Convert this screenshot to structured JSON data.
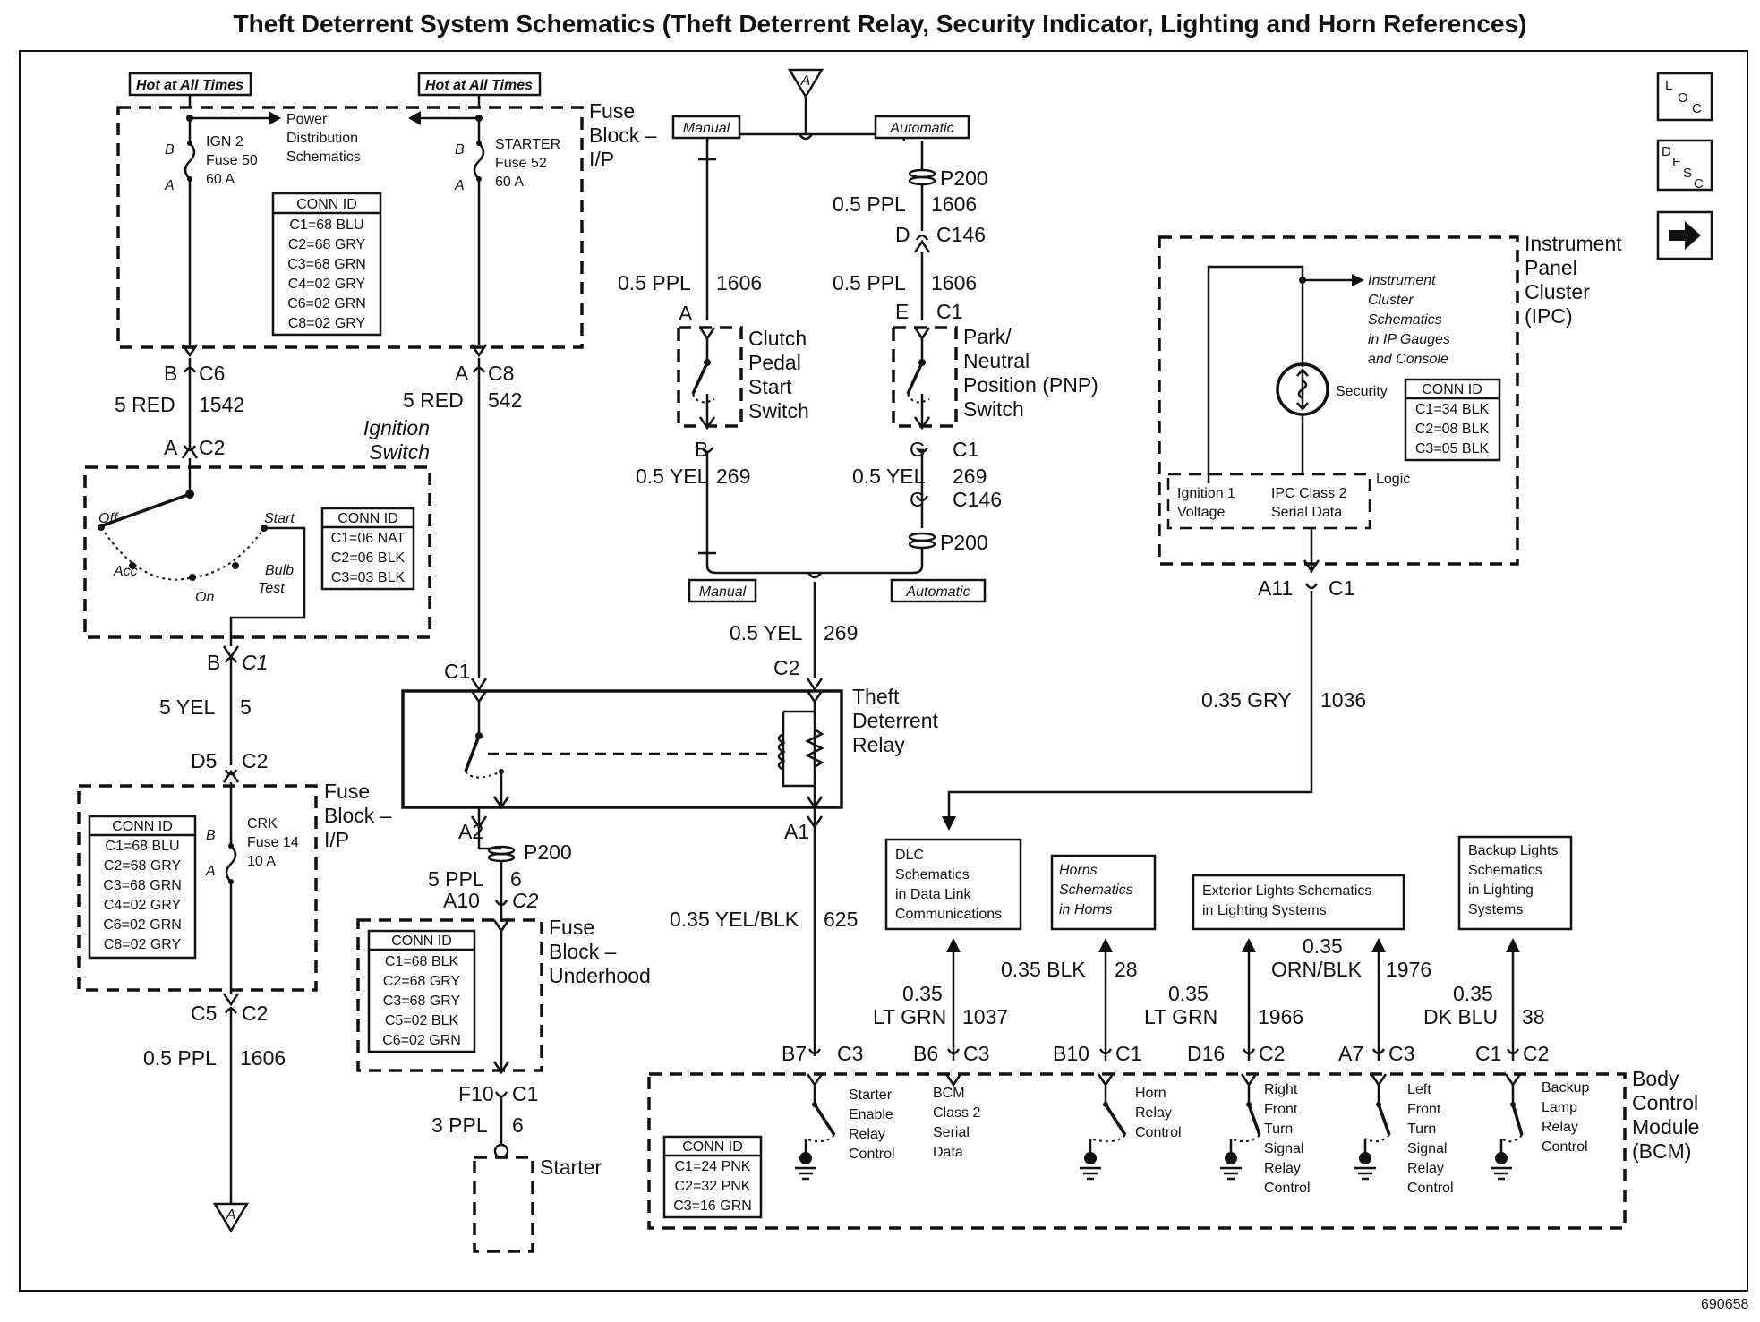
{
  "title": "Theft Deterrent System Schematics (Theft Deterrent Relay, Security Indicator, Lighting and Horn References)",
  "figure_id": "690658",
  "side_buttons": [
    {
      "name": "loc-button",
      "label": "LOC"
    },
    {
      "name": "desc-button",
      "label": "DESC"
    },
    {
      "name": "next-arrow-button",
      "label": "➡"
    }
  ],
  "hot_tags": [
    "Hot at All Times",
    "Hot at All Times"
  ],
  "fuse_block_ip": {
    "label_lines": [
      "Fuse",
      "Block –",
      "I/P"
    ],
    "ign2_lines": [
      "IGN 2",
      "Fuse 50",
      "60 A"
    ],
    "starter_lines": [
      "STARTER",
      "Fuse 52",
      "60 A"
    ],
    "power_dist_lines": [
      "Power",
      "Distribution",
      "Schematics"
    ],
    "conn_id": [
      "CONN ID",
      "C1=68 BLU",
      "C2=68 GRY",
      "C3=68 GRN",
      "C4=02 GRY",
      "C6=02 GRN",
      "C8=02 GRY"
    ],
    "pin_b": "B",
    "pin_a": "A"
  },
  "wires_left": {
    "c6": [
      "B",
      "C6"
    ],
    "w1542": [
      "5 RED",
      "1542"
    ],
    "c2a": [
      "A",
      "C2"
    ],
    "c8": [
      "A",
      "C8"
    ],
    "w542": [
      "5 RED",
      "542"
    ],
    "c1b": [
      "B",
      "C1"
    ],
    "w5": [
      "5 YEL",
      "5"
    ],
    "d5": [
      "D5",
      "C2"
    ],
    "c5": [
      "C5",
      "C2"
    ],
    "w1606": [
      "0.5 PPL",
      "1606"
    ]
  },
  "ignition_switch": {
    "label_lines": [
      "Ignition",
      "Switch"
    ],
    "positions": [
      "Off",
      "Start",
      "Acc",
      "On",
      "Bulb",
      "Test"
    ],
    "conn_id": [
      "CONN ID",
      "C1=06 NAT",
      "C2=06 BLK",
      "C3=03 BLK"
    ]
  },
  "fuse_block_ip2": {
    "label_lines": [
      "Fuse",
      "Block –",
      "I/P"
    ],
    "crk_lines": [
      "CRK",
      "Fuse 14",
      "10 A"
    ],
    "conn_id": [
      "CONN ID",
      "C1=68 BLU",
      "C2=68 GRY",
      "C3=68 GRN",
      "C4=02 GRY",
      "C6=02 GRN",
      "C8=02 GRY"
    ]
  },
  "transmission": {
    "manual": "Manual",
    "automatic": "Automatic",
    "connector_a": "A",
    "p200": "P200",
    "w1606_top": [
      "0.5 PPL",
      "1606"
    ],
    "d_c146": [
      "D",
      "C146"
    ],
    "w1606_mid": [
      "0.5 PPL",
      "1606"
    ],
    "w1606_left": [
      "0.5 PPL",
      "1606"
    ],
    "a_pin": "A",
    "e_c1": [
      "E",
      "C1"
    ],
    "clutch_lines": [
      "Clutch",
      "Pedal",
      "Start",
      "Switch"
    ],
    "pnp_lines": [
      "Park/",
      "Neutral",
      "Position (PNP)",
      "Switch"
    ],
    "b_pin": "B",
    "w269_left": [
      "0.5 YEL",
      "269"
    ],
    "g_c1": [
      "G",
      "C1"
    ],
    "w269_right": [
      "0.5 YEL",
      "269"
    ],
    "c_c146": [
      "C",
      "C146"
    ],
    "p200_b": "P200",
    "w269_bottom": [
      "0.5 YEL",
      "269"
    ]
  },
  "relay": {
    "label_lines": [
      "Theft",
      "Deterrent",
      "Relay"
    ],
    "c1": "C1",
    "c2": "C2",
    "a2": "A2",
    "a1": "A1",
    "p200": "P200",
    "w6": [
      "5 PPL",
      "6"
    ],
    "a10": [
      "A10",
      "C2"
    ],
    "w625": [
      "0.35 YEL/BLK",
      "625"
    ]
  },
  "fuse_block_uh": {
    "label_lines": [
      "Fuse",
      "Block –",
      "Underhood"
    ],
    "conn_id": [
      "CONN ID",
      "C1=68 BLK",
      "C2=68 GRY",
      "C3=68 GRY",
      "C5=02 BLK",
      "C6=02 GRN"
    ],
    "f10": [
      "F10",
      "C1"
    ],
    "w6": [
      "3 PPL",
      "6"
    ],
    "starter": "Starter"
  },
  "ipc": {
    "label_lines": [
      "Instrument",
      "Panel",
      "Cluster",
      "(IPC)"
    ],
    "ref_lines": [
      "Instrument",
      "Cluster",
      "Schematics",
      "in IP Gauges",
      "and Console"
    ],
    "security": "Security",
    "conn_id": [
      "CONN ID",
      "C1=34 BLK",
      "C2=08 BLK",
      "C3=05 BLK"
    ],
    "logic": "Logic",
    "ign_lines": [
      "Ignition 1",
      "Voltage"
    ],
    "ser_lines": [
      "IPC Class 2",
      "Serial Data"
    ],
    "a11": [
      "A11",
      "C1"
    ],
    "w1036": [
      "0.35 GRY",
      "1036"
    ]
  },
  "refs": {
    "dlc": [
      "DLC",
      "Schematics",
      "in Data Link",
      "Communications"
    ],
    "horns": [
      "Horns",
      "Schematics",
      "in Horns"
    ],
    "ext": [
      "Exterior Lights Schematics",
      "in Lighting Systems"
    ],
    "backup": [
      "Backup Lights",
      "Schematics",
      "in Lighting",
      "Systems"
    ]
  },
  "bcm_wires": {
    "w1037": [
      "0.35",
      "LT GRN",
      "1037"
    ],
    "w28": [
      "0.35 BLK",
      "28"
    ],
    "w1966": [
      "0.35",
      "LT GRN",
      "1966"
    ],
    "w1976": [
      "0.35",
      "ORN/BLK",
      "1976"
    ],
    "w38": [
      "0.35",
      "DK BLU",
      "38"
    ],
    "pins": [
      [
        "B7",
        "C3"
      ],
      [
        "B6",
        "C3"
      ],
      [
        "B10",
        "C1"
      ],
      [
        "D16",
        "C2"
      ],
      [
        "A7",
        "C3"
      ],
      [
        "C1",
        "C2"
      ]
    ]
  },
  "bcm": {
    "label_lines": [
      "Body",
      "Control",
      "Module",
      "(BCM)"
    ],
    "conn_id": [
      "CONN ID",
      "C1=24 PNK",
      "C2=32 PNK",
      "C3=16 GRN"
    ],
    "starter_ctl": [
      "Starter",
      "Enable",
      "Relay",
      "Control"
    ],
    "class2": [
      "BCM",
      "Class 2",
      "Serial",
      "Data"
    ],
    "horn_ctl": [
      "Horn",
      "Relay",
      "Control"
    ],
    "rf_ctl": [
      "Right",
      "Front",
      "Turn",
      "Signal",
      "Relay",
      "Control"
    ],
    "lf_ctl": [
      "Left",
      "Front",
      "Turn",
      "Signal",
      "Relay",
      "Control"
    ],
    "backup_ctl": [
      "Backup",
      "Lamp",
      "Relay",
      "Control"
    ]
  },
  "offpage": "A"
}
